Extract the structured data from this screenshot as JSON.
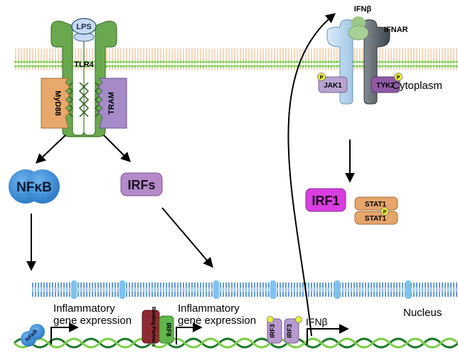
{
  "labels": {
    "lps": "LPS",
    "tlr4": "TLR4",
    "myd88": "MyD88",
    "tram": "TRAM",
    "nfkb": "NFκB",
    "irfs": "IRFs",
    "ifnb_top": "IFNβ",
    "ifnar": "IFNAR",
    "jak1": "JAK1",
    "tyk2": "TYK2",
    "phospho": "P",
    "cytoplasm": "Cytoplasm",
    "irf1": "IRF1",
    "stat1_top": "STAT1",
    "stat1_bottom": "STAT1",
    "nucleus": "Nucleus",
    "nfkb_small": "NFκB",
    "inflam1_line1": "Inflammatory",
    "inflam1_line2": "gene expression",
    "binding_partners": "Binding Partners",
    "irf8": "IRF8",
    "inflam2_line1": "Inflammatory",
    "inflam2_line2": "gene expression",
    "irf3_a": "IRF3",
    "irf3_b": "IRF3",
    "ifnb_gene": "IFNβ"
  },
  "colors": {
    "tlr4_green": "#6aa84f",
    "myd88_orange": "#e8a86c",
    "tram_purple": "#a58cc9",
    "nfkb_blue": "#3d8fd9",
    "irfs_purple": "#b48ac8",
    "irf1_magenta": "#d83ee0",
    "stat1_orange": "#e6a56b",
    "binding_red": "#8e2a34",
    "irf8_green": "#5fb74a",
    "irf3_purple": "#b89ad0",
    "phospho_yellow": "#e8ef3a",
    "ifnar_light": "#b9d7ee",
    "ifnar_dark": "#555d66"
  }
}
